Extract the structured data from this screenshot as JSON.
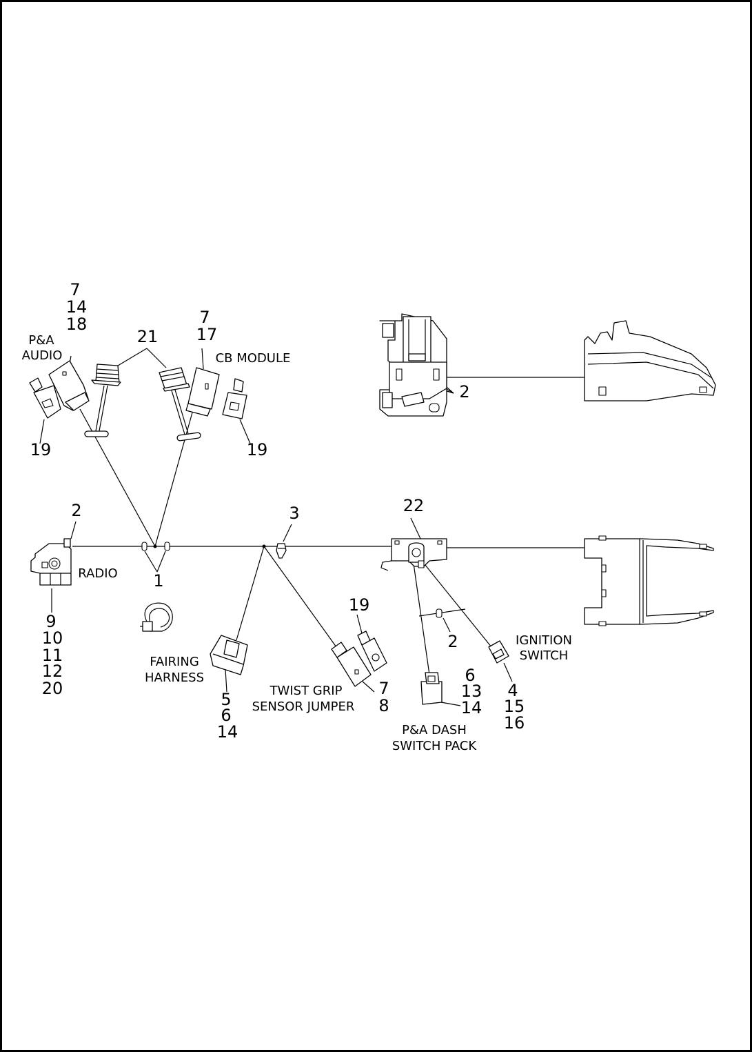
{
  "callouts": {
    "a_7": "7",
    "a_14": "14",
    "a_18": "18",
    "cb_7": "7",
    "cb_17": "17",
    "c_21": "21",
    "tr_2": "2",
    "l_19": "19",
    "r_19": "19",
    "radio_2": "2",
    "c_3": "3",
    "c_22": "22",
    "c_1": "1",
    "radio_9": "9",
    "radio_10": "10",
    "radio_11": "11",
    "radio_12": "12",
    "radio_20": "20",
    "tg_19": "19",
    "mid_2": "2",
    "fh_5": "5",
    "fh_6": "6",
    "fh_14": "14",
    "tg_7": "7",
    "tg_8": "8",
    "ds_6": "6",
    "ds_13": "13",
    "ds_14": "14",
    "ig_4": "4",
    "ig_15": "15",
    "ig_16": "16"
  },
  "labels": {
    "pa_audio_1": "P&A",
    "pa_audio_2": "AUDIO",
    "cb_module": "CB MODULE",
    "radio": "RADIO",
    "fairing_1": "FAIRING",
    "fairing_2": "HARNESS",
    "twist_1": "TWIST GRIP",
    "twist_2": "SENSOR JUMPER",
    "dash_1": "P&A DASH",
    "dash_2": "SWITCH PACK",
    "ignition_1": "IGNITION",
    "ignition_2": "SWITCH"
  }
}
